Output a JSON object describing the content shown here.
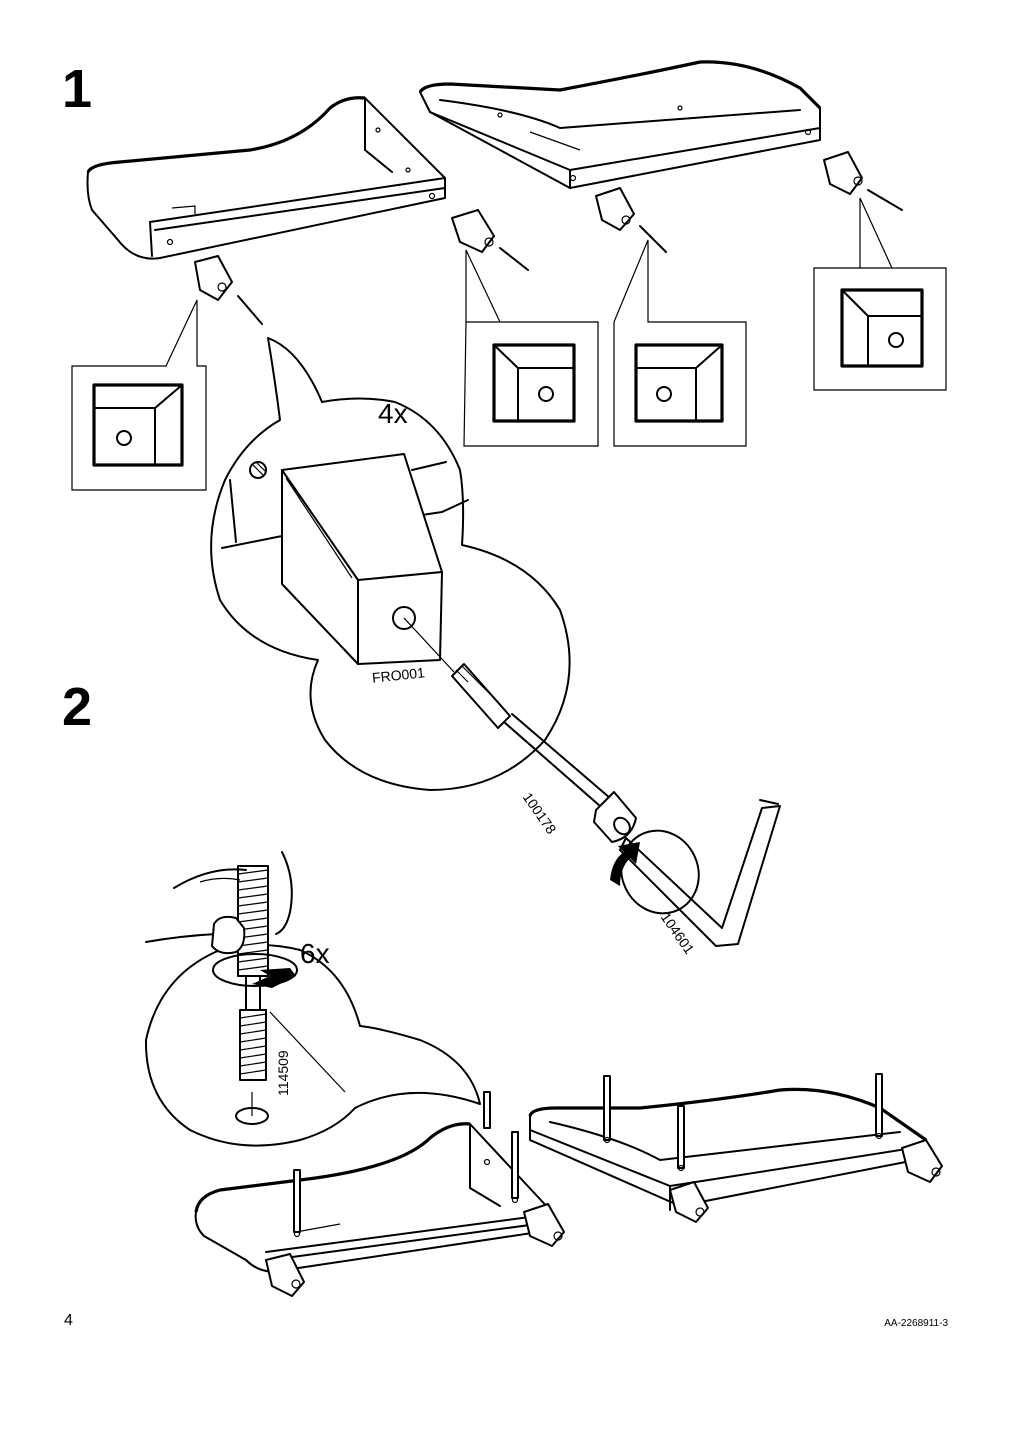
{
  "steps": [
    {
      "number": "1",
      "quantity": "4x",
      "parts": [
        "FRO001",
        "100178",
        "104601"
      ]
    },
    {
      "number": "2",
      "quantity": "6x",
      "parts": [
        "114509"
      ]
    }
  ],
  "footer": {
    "page_number": "4",
    "document_id": "AA-2268911-3"
  },
  "icons": [
    "armrest-illustration",
    "leg-block",
    "bolt",
    "hex-key",
    "rotate-arrow",
    "hand",
    "threaded-dowel",
    "zoom-callout",
    "leg-orientation-callout"
  ]
}
